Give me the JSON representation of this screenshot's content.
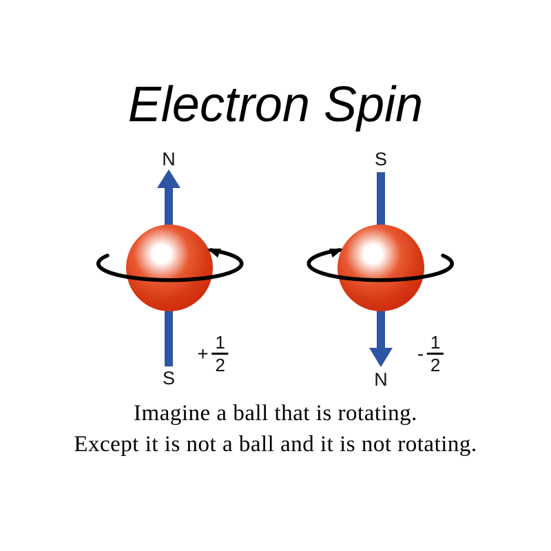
{
  "title": "Electron Spin",
  "electrons": {
    "spin_up": {
      "top_pole": "N",
      "bottom_pole": "S",
      "spin_sign": "+",
      "spin_numerator": "1",
      "spin_denominator": "2"
    },
    "spin_down": {
      "top_pole": "S",
      "bottom_pole": "N",
      "spin_sign": "-",
      "spin_numerator": "1",
      "spin_denominator": "2"
    }
  },
  "caption": {
    "line1": "Imagine a ball that is rotating.",
    "line2": "Except it is not a ball and it is not rotating."
  },
  "colors": {
    "axis_blue": "#2e55a4",
    "rotation_black": "#000000",
    "sphere_highlight": "#ffffff",
    "sphere_mid": "#e85a33",
    "sphere_red": "#d63815",
    "sphere_edge": "#d02e0e"
  }
}
